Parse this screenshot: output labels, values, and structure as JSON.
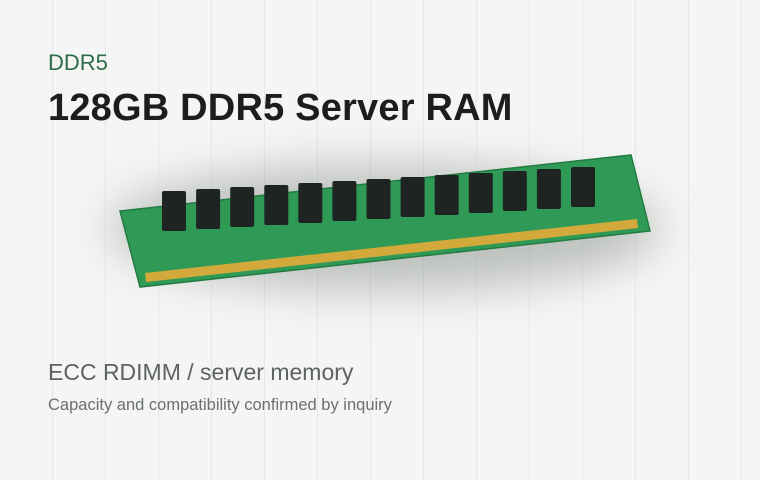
{
  "product": {
    "category": "DDR5",
    "title": "128GB DDR5 Server RAM",
    "subtitle": "ECC RDIMM / server memory",
    "note": "Capacity and compatibility confirmed by inquiry"
  },
  "illustration": {
    "icon": "ram-module-icon",
    "chip_count": 13,
    "colors": {
      "pcb": "#2f9a55",
      "pcb_edge": "#237a42",
      "chip": "#1e2422",
      "contacts": "#d4a93c",
      "background": "#f4f5f4"
    }
  }
}
